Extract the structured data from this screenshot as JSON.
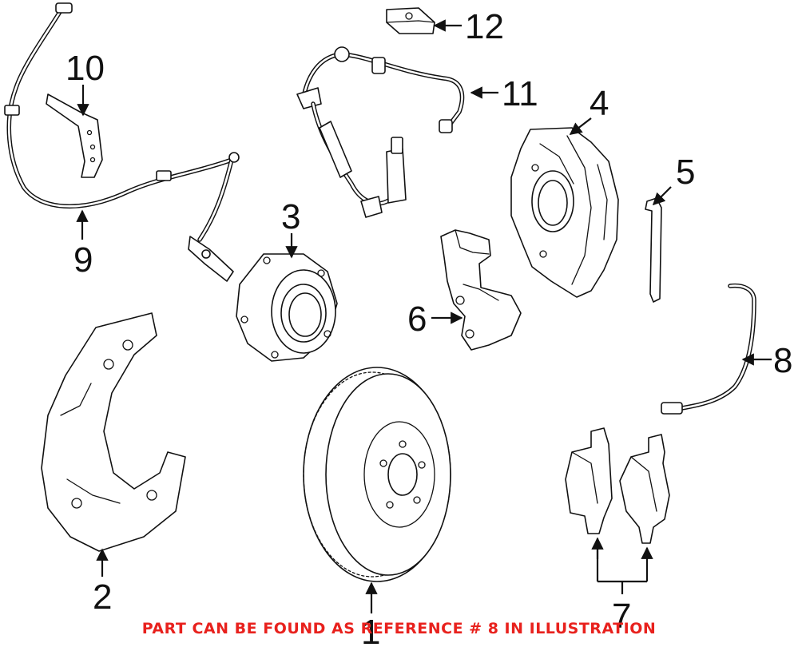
{
  "diagram": {
    "callouts": [
      {
        "id": "1",
        "label": "1"
      },
      {
        "id": "2",
        "label": "2"
      },
      {
        "id": "3",
        "label": "3"
      },
      {
        "id": "4",
        "label": "4"
      },
      {
        "id": "5",
        "label": "5"
      },
      {
        "id": "6",
        "label": "6"
      },
      {
        "id": "7",
        "label": "7"
      },
      {
        "id": "8",
        "label": "8"
      },
      {
        "id": "9",
        "label": "9"
      },
      {
        "id": "10",
        "label": "10"
      },
      {
        "id": "11",
        "label": "11"
      },
      {
        "id": "12",
        "label": "12"
      }
    ],
    "caption": "PART CAN BE FOUND AS REFERENCE # 8 IN ILLUSTRATION",
    "colors": {
      "caption": "#e8211d",
      "lines": "#111111"
    }
  }
}
